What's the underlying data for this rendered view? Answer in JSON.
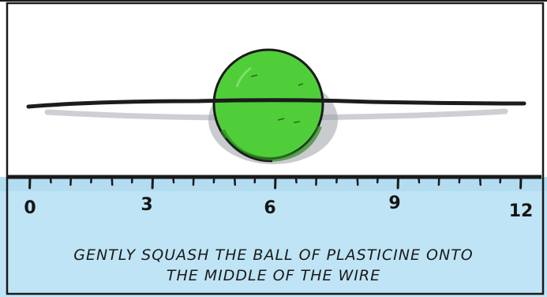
{
  "ruler": {
    "labels": [
      "0",
      "3",
      "6",
      "9",
      "12"
    ]
  },
  "caption": {
    "line1": "GENTLY SQUASH THE BALL OF PLASTICINE ONTO",
    "line2": "THE MIDDLE OF THE WIRE"
  },
  "colors": {
    "ball": "#4fce3a",
    "ball_dark": "#2f8a22",
    "ruler_bg": "#bfe4f5",
    "outline": "#1a1a1a"
  }
}
